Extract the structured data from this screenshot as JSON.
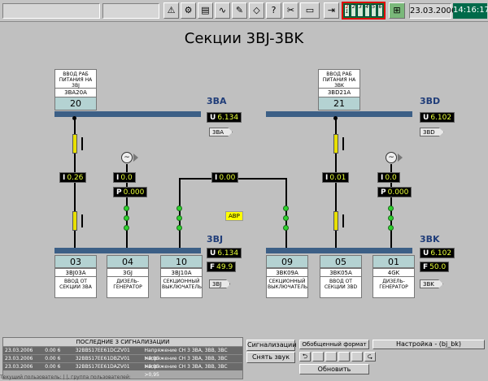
{
  "toolbar": {
    "icons": [
      "warning-icon",
      "gears-icon",
      "book-icon",
      "graph-icon",
      "pen-icon",
      "eraser-icon",
      "help-icon",
      "tools-icon",
      "computer-icon",
      "exit-icon"
    ],
    "counter": {
      "label": "2",
      "cells": [
        "1",
        "2",
        "3",
        "4",
        "5",
        "6"
      ]
    },
    "date": "23.03.2006",
    "time": "14:16:17"
  },
  "title": "Секции 3BJ-3BK",
  "top_feeders": [
    {
      "label": "ВВОД РАБ ПИТАНИЯ НА 3BJ",
      "code": "3BA20A",
      "num": "20"
    },
    {
      "label": "ВВОД РАБ ПИТАНИЯ НА 3BK",
      "code": "3BD21A",
      "num": "21"
    }
  ],
  "buses": {
    "bus_3ba": {
      "name": "3BA",
      "u_label": "U",
      "u_value": "6.134",
      "tag": "3BA"
    },
    "bus_3bd": {
      "name": "3BD",
      "u_label": "U",
      "u_value": "6.102",
      "tag": "3BD"
    },
    "bus_3bj": {
      "name": "3BJ",
      "u_label": "U",
      "u_value": "6.134",
      "f_label": "F",
      "f_value": "49.9",
      "tag": "3BJ"
    },
    "bus_3bk": {
      "name": "3BK",
      "u_label": "U",
      "u_value": "6.102",
      "f_label": "F",
      "f_value": "50.0",
      "tag": "3BK"
    }
  },
  "meters": {
    "i1": {
      "label": "I",
      "value": "0.26"
    },
    "ig1": {
      "label": "I",
      "value": "0.0"
    },
    "pg1": {
      "label": "P",
      "value": "0.000"
    },
    "itie": {
      "label": "I",
      "value": "0.00"
    },
    "i2": {
      "label": "I",
      "value": "0.01"
    },
    "ig2": {
      "label": "I",
      "value": "0.0"
    },
    "pg2": {
      "label": "P",
      "value": "0.000"
    }
  },
  "avr": "АВР",
  "bottom_feeders": [
    {
      "num": "03",
      "code": "3BJ03A",
      "label": "ВВОД ОТ СЕКЦИИ 3BA"
    },
    {
      "num": "04",
      "code": "3GJ",
      "label": "ДИЗЕЛЬ-ГЕНЕРАТОР"
    },
    {
      "num": "10",
      "code": "3BJ10A",
      "label": "СЕКЦИОННЫЙ ВЫКЛЮЧАТЕЛЬ"
    },
    {
      "num": "09",
      "code": "3BK09A",
      "label": "СЕКЦИОННЫЙ ВЫКЛЮЧАТЕЛЬ"
    },
    {
      "num": "05",
      "code": "3BK05A",
      "label": "ВВОД ОТ СЕКЦИИ 3BD"
    },
    {
      "num": "01",
      "code": "4GK",
      "label": "ДИЗЕЛЬ-ГЕНЕРАТОР"
    }
  ],
  "alarms": {
    "title": "ПОСЛЕДНИЕ 3 СИГНАЛИЗАЦИИ",
    "rows": [
      {
        "date": "23.03.2006",
        "time": "0.00 6",
        "code": "32BBS17EE61DCZV01",
        "text": "Напряжение СН 3 ЗBA, 3BB, 3BC >0,95"
      },
      {
        "date": "23.03.2006",
        "time": "0.00 6",
        "code": "32BBS17EE61DBZV01",
        "text": "Напряжение СН 3 ЗBA, 3BB, 3BC >0,95"
      },
      {
        "date": "23.03.2006",
        "time": "0.00 6",
        "code": "32BBS17EE61DAZV01",
        "text": "Напряжение СН 3 ЗBA, 3BB, 3BC >0,95"
      }
    ]
  },
  "buttons": {
    "signals": "Сигнализации",
    "mute": "Снять звук",
    "format": "Обобщенный формат",
    "settings": "Настройка - (bj_bk)",
    "refresh": "Обновить"
  },
  "status": "Текущий пользователь: |  |, группа пользователей:"
}
